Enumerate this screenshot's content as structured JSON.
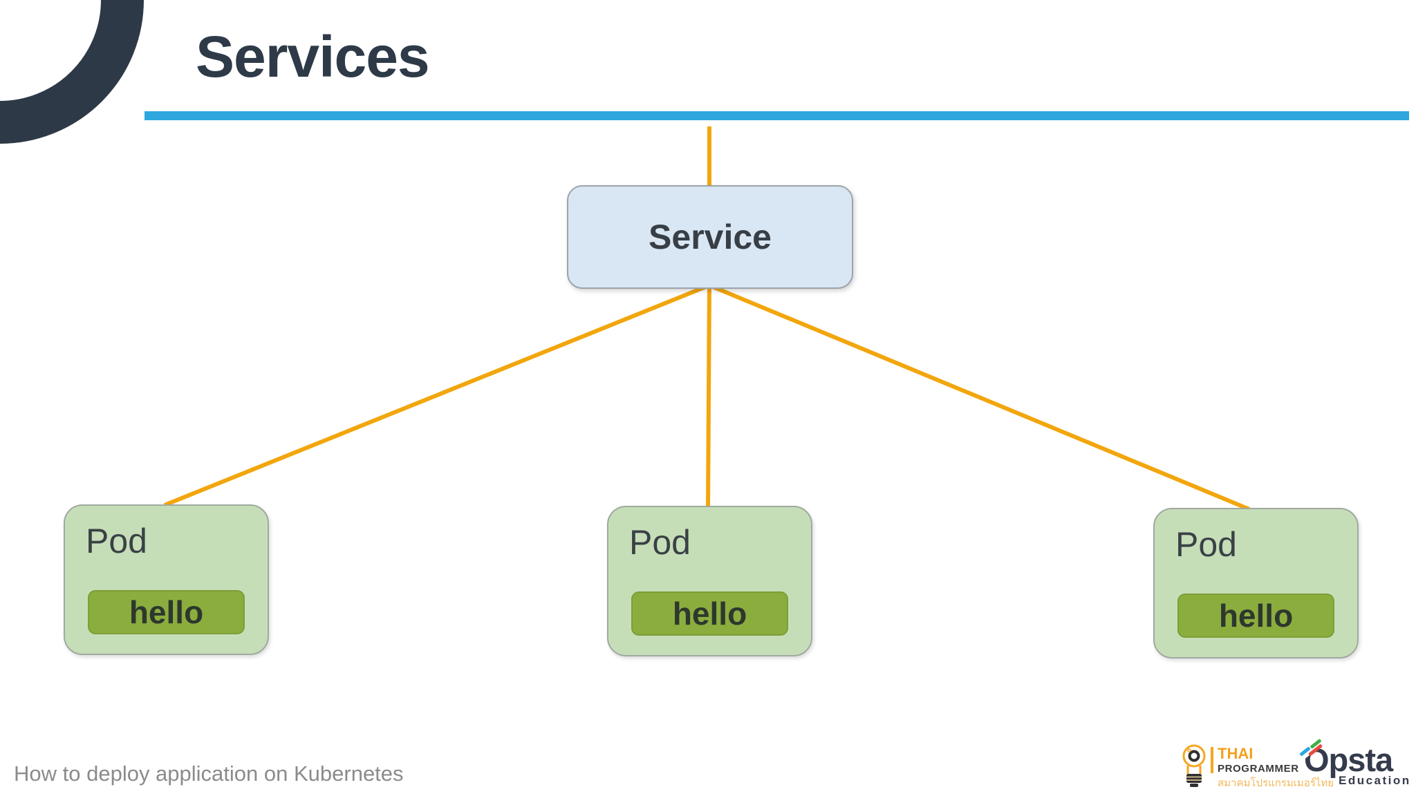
{
  "slide": {
    "title": "Services"
  },
  "diagram": {
    "service": {
      "label": "Service"
    },
    "pods": [
      {
        "label": "Pod",
        "container": "hello"
      },
      {
        "label": "Pod",
        "container": "hello"
      },
      {
        "label": "Pod",
        "container": "hello"
      }
    ]
  },
  "footer": {
    "text": "How to deploy application on Kubernetes"
  },
  "logos": {
    "thai_programmer": {
      "title": "THAI",
      "subtitle": "PROGRAMMER",
      "thai_text": "สมาคมโปรแกรมเมอร์ไทย"
    },
    "opsta": {
      "name": "Opsta",
      "subtitle": "Education"
    }
  },
  "colors": {
    "title_text": "#2e3a48",
    "corner_arc": "#2e3947",
    "title_underline": "#2ea7de",
    "connector": "#f2a60d",
    "service_fill": "#d9e6f3",
    "pod_fill": "#c6deb8",
    "container_fill": "#8bad3e",
    "thai_accent": "#f5a623",
    "opsta_navy": "#343b4c"
  }
}
